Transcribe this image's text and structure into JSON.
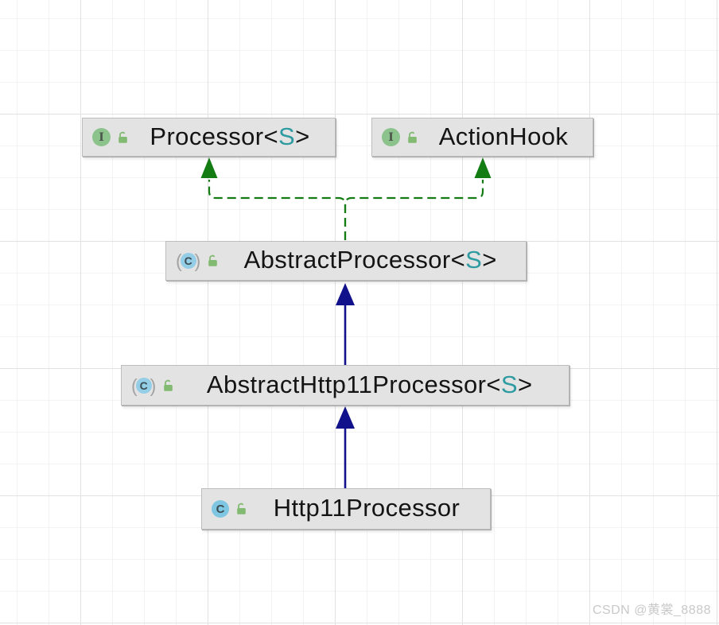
{
  "watermark": "CSDN @黄裳_8888",
  "icons": {
    "interface_letter": "I",
    "class_letter": "C",
    "paren_open": "(",
    "paren_close": ")"
  },
  "colors": {
    "node_fill": "#e3e3e3",
    "node_border": "#bdbdbd",
    "interface_icon_green": "#8cc38c",
    "class_icon_blue": "#7ec6e2",
    "public_lock_green": "#82ba72",
    "generic_type_teal": "#2d9ba1",
    "implements_edge_green": "#137c13",
    "extends_edge_navy": "#11118c",
    "grid_minor": "#f3f3f3",
    "grid_major": "#e2e2e2"
  },
  "diagram": {
    "nodes": [
      {
        "name": "Processor<S>",
        "kind": "interface",
        "visibility": "public",
        "label_pre": "Processor<",
        "label_generic": "S",
        "label_post": ">"
      },
      {
        "name": "ActionHook",
        "kind": "interface",
        "visibility": "public",
        "label_pre": "ActionHook",
        "label_generic": "",
        "label_post": ""
      },
      {
        "name": "AbstractProcessor<S>",
        "kind": "abstract-class",
        "visibility": "public",
        "label_pre": "AbstractProcessor<",
        "label_generic": "S",
        "label_post": ">"
      },
      {
        "name": "AbstractHttp11Processor<S>",
        "kind": "abstract-class",
        "visibility": "public",
        "label_pre": "AbstractHttp11Processor<",
        "label_generic": "S",
        "label_post": ">"
      },
      {
        "name": "Http11Processor",
        "kind": "class",
        "visibility": "public",
        "label_pre": "Http11Processor",
        "label_generic": "",
        "label_post": ""
      }
    ],
    "edges": [
      {
        "from": "AbstractProcessor<S>",
        "to": "Processor<S>",
        "type": "implements",
        "style": "dashed-green"
      },
      {
        "from": "AbstractProcessor<S>",
        "to": "ActionHook",
        "type": "implements",
        "style": "dashed-green"
      },
      {
        "from": "AbstractHttp11Processor<S>",
        "to": "AbstractProcessor<S>",
        "type": "extends",
        "style": "solid-navy"
      },
      {
        "from": "Http11Processor",
        "to": "AbstractHttp11Processor<S>",
        "type": "extends",
        "style": "solid-navy"
      }
    ]
  }
}
